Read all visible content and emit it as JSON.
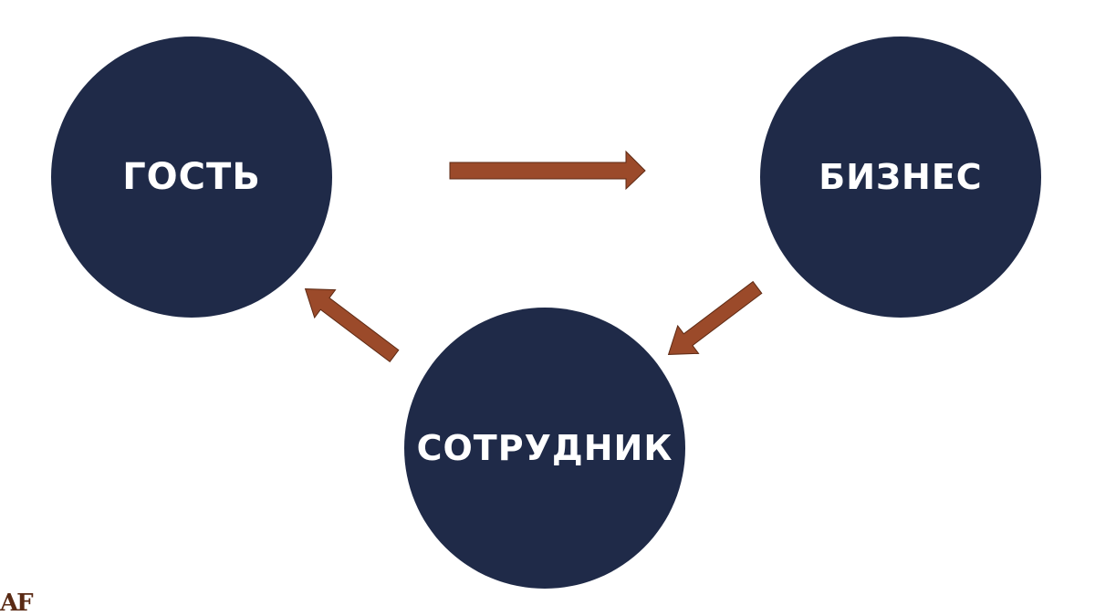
{
  "diagram": {
    "nodes": [
      {
        "id": "guest",
        "label": "ГОСТЬ"
      },
      {
        "id": "business",
        "label": "БИЗНЕС"
      },
      {
        "id": "employee",
        "label": "СОТРУДНИК"
      }
    ],
    "edges": [
      {
        "from": "guest",
        "to": "business"
      },
      {
        "from": "business",
        "to": "employee"
      },
      {
        "from": "employee",
        "to": "guest"
      }
    ],
    "colors": {
      "node_fill": "#1f2a48",
      "node_text": "#ffffff",
      "arrow_fill": "#9b4a2a",
      "arrow_stroke": "#5e2a14",
      "background": "#ffffff"
    }
  },
  "logo": {
    "text": "AF"
  }
}
